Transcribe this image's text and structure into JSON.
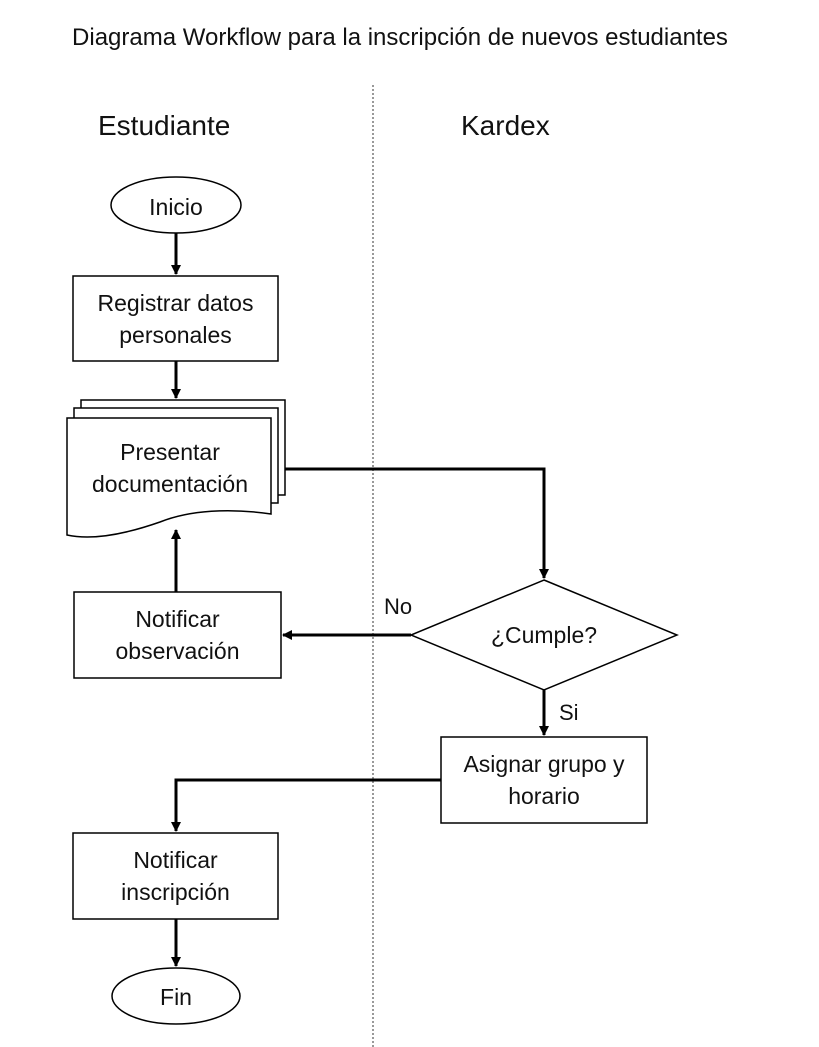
{
  "title": "Diagrama Workflow para la inscripción de nuevos estudiantes",
  "lanes": {
    "left": "Estudiante",
    "right": "Kardex"
  },
  "nodes": {
    "inicio": "Inicio",
    "registrar": "Registrar datos personales",
    "presentar": "Presentar documentación",
    "cumple": "¿Cumple?",
    "notificar_obs": "Notificar observación",
    "asignar": "Asignar grupo y horario",
    "notificar_ins": "Notificar inscripción",
    "fin": "Fin"
  },
  "edges": {
    "no": "No",
    "si": "Si"
  }
}
